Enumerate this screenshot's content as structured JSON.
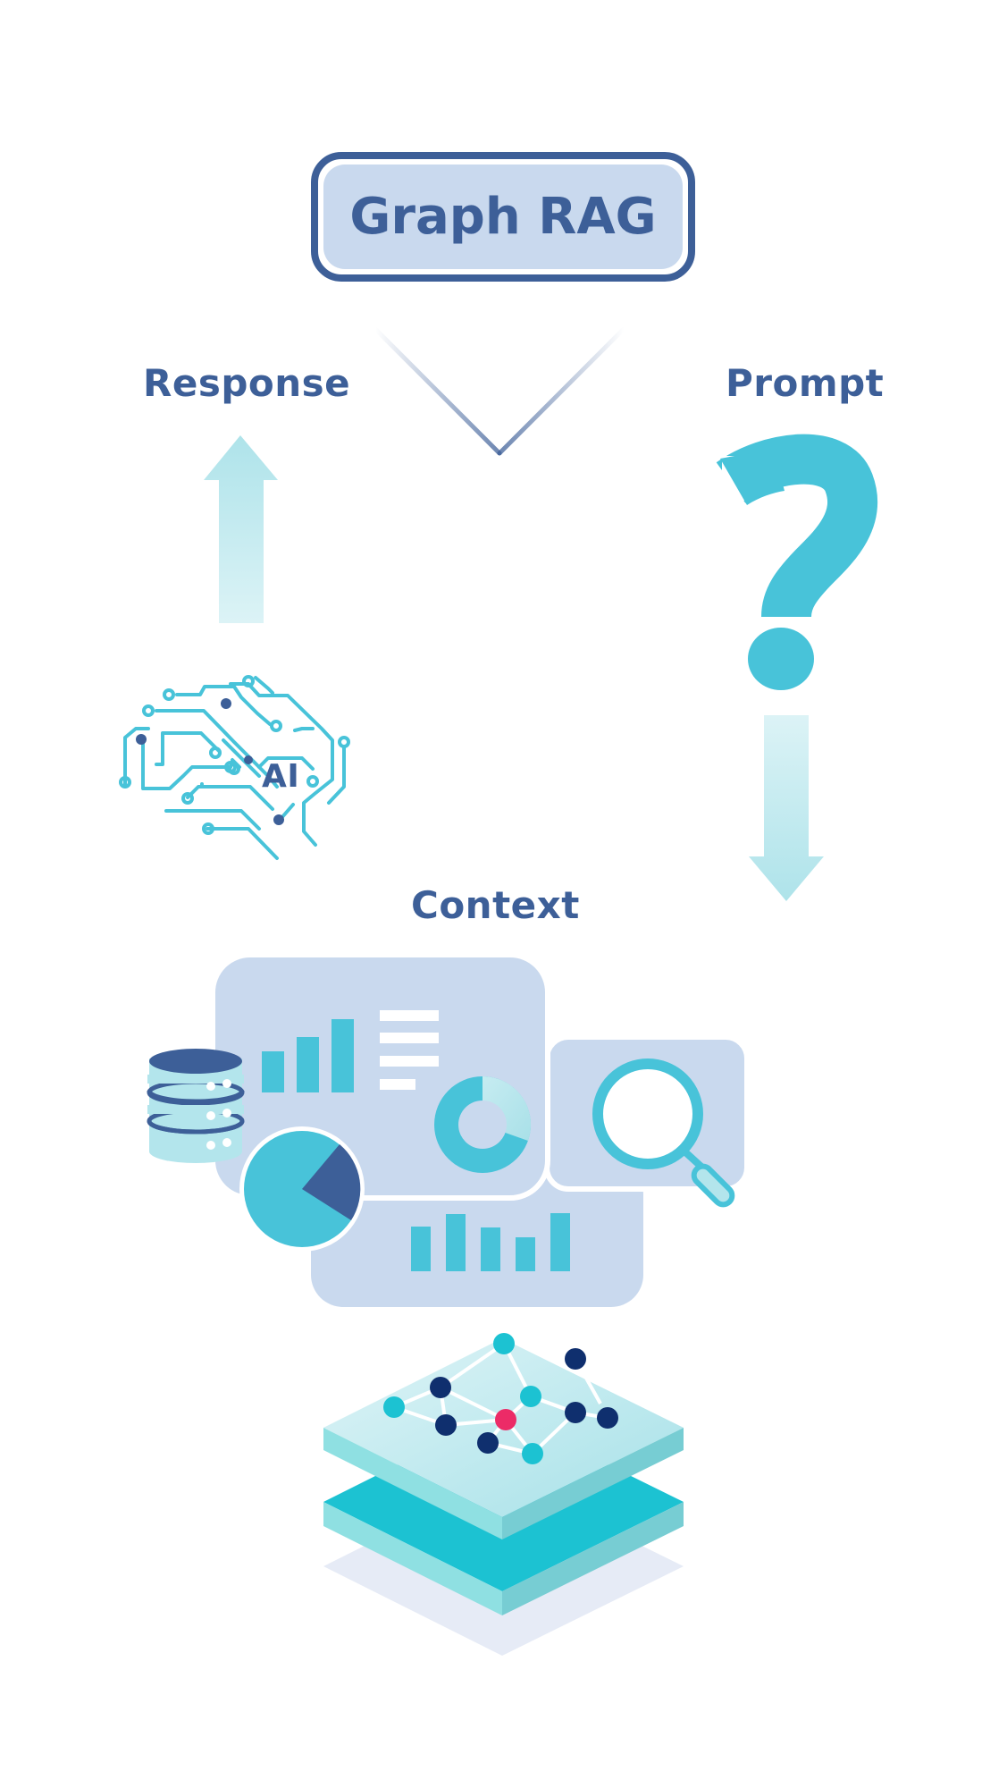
{
  "title": "Graph RAG",
  "labels": {
    "response": "Response",
    "prompt": "Prompt",
    "context": "Context"
  },
  "ai_badge": "AI",
  "colors": {
    "primary_blue": "#3d5f98",
    "light_blue_fill": "#c9d9ee",
    "teal": "#48c3d9",
    "light_teal": "#b3e5ec",
    "node_red": "#ec2b67",
    "node_navy": "#0f2f6e"
  },
  "icons": [
    "brain-circuit-icon",
    "question-mark-icon",
    "database-icon",
    "bar-chart-icon",
    "donut-chart-icon",
    "pie-chart-icon",
    "magnifier-icon",
    "knowledge-graph-layers-icon"
  ]
}
